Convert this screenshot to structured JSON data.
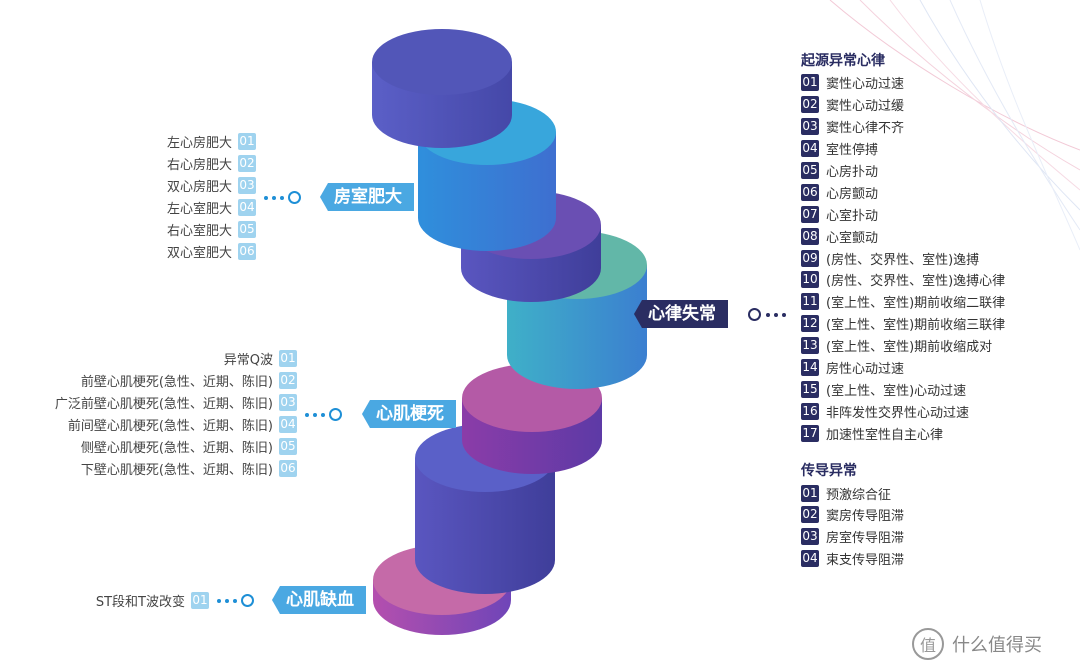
{
  "categories": {
    "hypertrophy": {
      "tag": "房室肥大",
      "items": [
        {
          "num": "01",
          "text": "左心房肥大"
        },
        {
          "num": "02",
          "text": "右心房肥大"
        },
        {
          "num": "03",
          "text": "双心房肥大"
        },
        {
          "num": "04",
          "text": "左心室肥大"
        },
        {
          "num": "05",
          "text": "右心室肥大"
        },
        {
          "num": "06",
          "text": "双心室肥大"
        }
      ]
    },
    "infarction": {
      "tag": "心肌梗死",
      "items": [
        {
          "num": "01",
          "text": "异常Q波"
        },
        {
          "num": "02",
          "text": "前壁心肌梗死(急性、近期、陈旧)"
        },
        {
          "num": "03",
          "text": "广泛前壁心肌梗死(急性、近期、陈旧)"
        },
        {
          "num": "04",
          "text": "前间壁心肌梗死(急性、近期、陈旧)"
        },
        {
          "num": "05",
          "text": "侧壁心肌梗死(急性、近期、陈旧)"
        },
        {
          "num": "06",
          "text": "下壁心肌梗死(急性、近期、陈旧)"
        }
      ]
    },
    "ischemia": {
      "tag": "心肌缺血",
      "items": [
        {
          "num": "01",
          "text": "ST段和T波改变"
        }
      ]
    },
    "arrhythmia": {
      "tag": "心律失常",
      "origin_title": "起源异常心律",
      "origin_items": [
        {
          "num": "01",
          "text": "窦性心动过速"
        },
        {
          "num": "02",
          "text": "窦性心动过缓"
        },
        {
          "num": "03",
          "text": "窦性心律不齐"
        },
        {
          "num": "04",
          "text": "室性停搏"
        },
        {
          "num": "05",
          "text": "心房扑动"
        },
        {
          "num": "06",
          "text": "心房颤动"
        },
        {
          "num": "07",
          "text": "心室扑动"
        },
        {
          "num": "08",
          "text": "心室颤动"
        },
        {
          "num": "09",
          "text": "(房性、交界性、室性)逸搏"
        },
        {
          "num": "10",
          "text": "(房性、交界性、室性)逸搏心律"
        },
        {
          "num": "11",
          "text": "(室上性、室性)期前收缩二联律"
        },
        {
          "num": "12",
          "text": "(室上性、室性)期前收缩三联律"
        },
        {
          "num": "13",
          "text": "(室上性、室性)期前收缩成对"
        },
        {
          "num": "14",
          "text": "房性心动过速"
        },
        {
          "num": "15",
          "text": "(室上性、室性)心动过速"
        },
        {
          "num": "16",
          "text": "非阵发性交界性心动过速"
        },
        {
          "num": "17",
          "text": "加速性室性自主心律"
        }
      ],
      "conduction_title": "传导异常",
      "conduction_items": [
        {
          "num": "01",
          "text": "预激综合征"
        },
        {
          "num": "02",
          "text": "窦房传导阻滞"
        },
        {
          "num": "03",
          "text": "房室传导阻滞"
        },
        {
          "num": "04",
          "text": "束支传导阻滞"
        }
      ]
    }
  },
  "watermark": {
    "icon": "zhi-icon",
    "glyph": "值",
    "text": "什么值得买"
  },
  "colors": {
    "accent_light": "#4aa8e2",
    "accent_dark": "#2a2d62",
    "num_light": "#9fd3ef"
  }
}
